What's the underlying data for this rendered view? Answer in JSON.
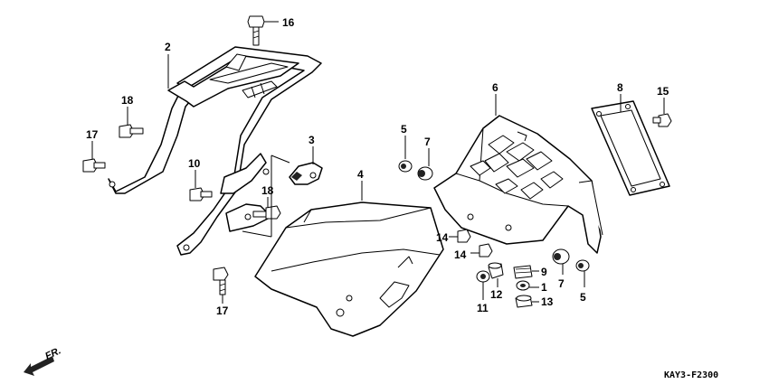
{
  "callouts": {
    "c1": "1",
    "c2": "2",
    "c3": "3",
    "c4": "4",
    "c5a": "5",
    "c5b": "5",
    "c6": "6",
    "c7a": "7",
    "c7b": "7",
    "c8": "8",
    "c9": "9",
    "c10": "10",
    "c11": "11",
    "c12": "12",
    "c13": "13",
    "c14a": "14",
    "c14b": "14",
    "c15": "15",
    "c16": "16",
    "c17a": "17",
    "c17b": "17",
    "c18a": "18",
    "c18b": "18"
  },
  "diagram_code": "KAY3-F2300",
  "direction_label": "FR."
}
